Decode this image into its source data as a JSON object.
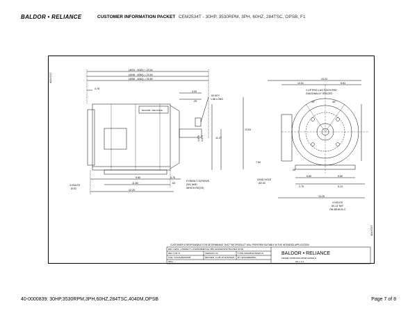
{
  "header": {
    "logo": "BALDOR • RELIANCE",
    "title": "CUSTOMER INFORMATION PACKET",
    "model": "CEM2534T - 30HP, 3530RPM, 3PH, 60HZ, 284TSC, OPSB, F1"
  },
  "drawing": {
    "side_id": "40LY227",
    "side_view": {
      "dim_lines": [
        "(4024 - 4040) = 23.44",
        "(4046 - 4064) = 23.69",
        "(4056 - 4064) = 24.60"
      ],
      "d_478": "4.78",
      "d_300": "3.00",
      "d_25": ".25",
      "key": ".50 KEY",
      "key_long": "1.88 LONG",
      "d_1125a": "1.875",
      "d_1125b": "1.873",
      "d_1127": "11.27",
      "d_950": "9.50",
      "d_476": "4.76",
      "d_1160": "11.60",
      "d_63": ".63",
      "d_1220": "12.20",
      "holes": "4 HOLES",
      "holes_dia": "Ø.53",
      "eyebolt": [
        "EYEBOLT SCREWS",
        "(3/4, AND",
        "WHICH REQ'D)"
      ],
      "plate_label": "BALDOR • RELIANCE"
    },
    "end_view": {
      "d_1322": "13.22",
      "d_1251": "12.51",
      "d_653": "6.63",
      "lifting": [
        "1 LIFTING LUG EACH END",
        "DIAGONALLY SPACED"
      ],
      "ang_40": "40°",
      "ang_45": "45°",
      "d_1363": "13.63",
      "d_760": "7.60",
      "d_28": ".28",
      "lead_hole": "LEAD HOLE",
      "lead_dia": "Ø2.00",
      "d_560": "5.60",
      "d_560b": "5.60",
      "d_275": "2.75",
      "d_513": "5.13",
      "d_1325": "13.25",
      "holes4": "4 HOLES",
      "tap": ".50-13 TAP",
      "bc": "ON Ø6.80 B.C."
    },
    "note": "CUSTOMER IS RESPONSIBLE FOR DETERMINING THAT THE PRODUCT WILL PERFORM SUITABLY IN THE INTENDED APPLICATION.",
    "title_block": {
      "rows": [
        [
          "REV. DESC. CORRECT LAYERS/REMOVE OBS LEADER/ADD BOLDED NOTE",
          ""
        ],
        [
          "REV. LTR: D",
          "VERSION: 02",
          "TYPE: DRAWING/SKETCH"
        ],
        [
          "FILE: \\LAAA\\20094\\AVB",
          "REVISED: 11-05-18  11/02/2023",
          "BY: ENGINEERING"
        ],
        [
          "MFG: --",
          "",
          ""
        ]
      ],
      "company": "BALDOR • RELIANCE",
      "desc": "FRAME OPSB DPR-OPSB SUPER E",
      "sheet": "SH 1 of 1"
    },
    "right_id": "40LY227"
  },
  "footer": {
    "left": "40-0000839: 30HP,3530RPM,3PH,60HZ,284TSC,4040M,OPSB",
    "right": "Page 7 of 8"
  }
}
